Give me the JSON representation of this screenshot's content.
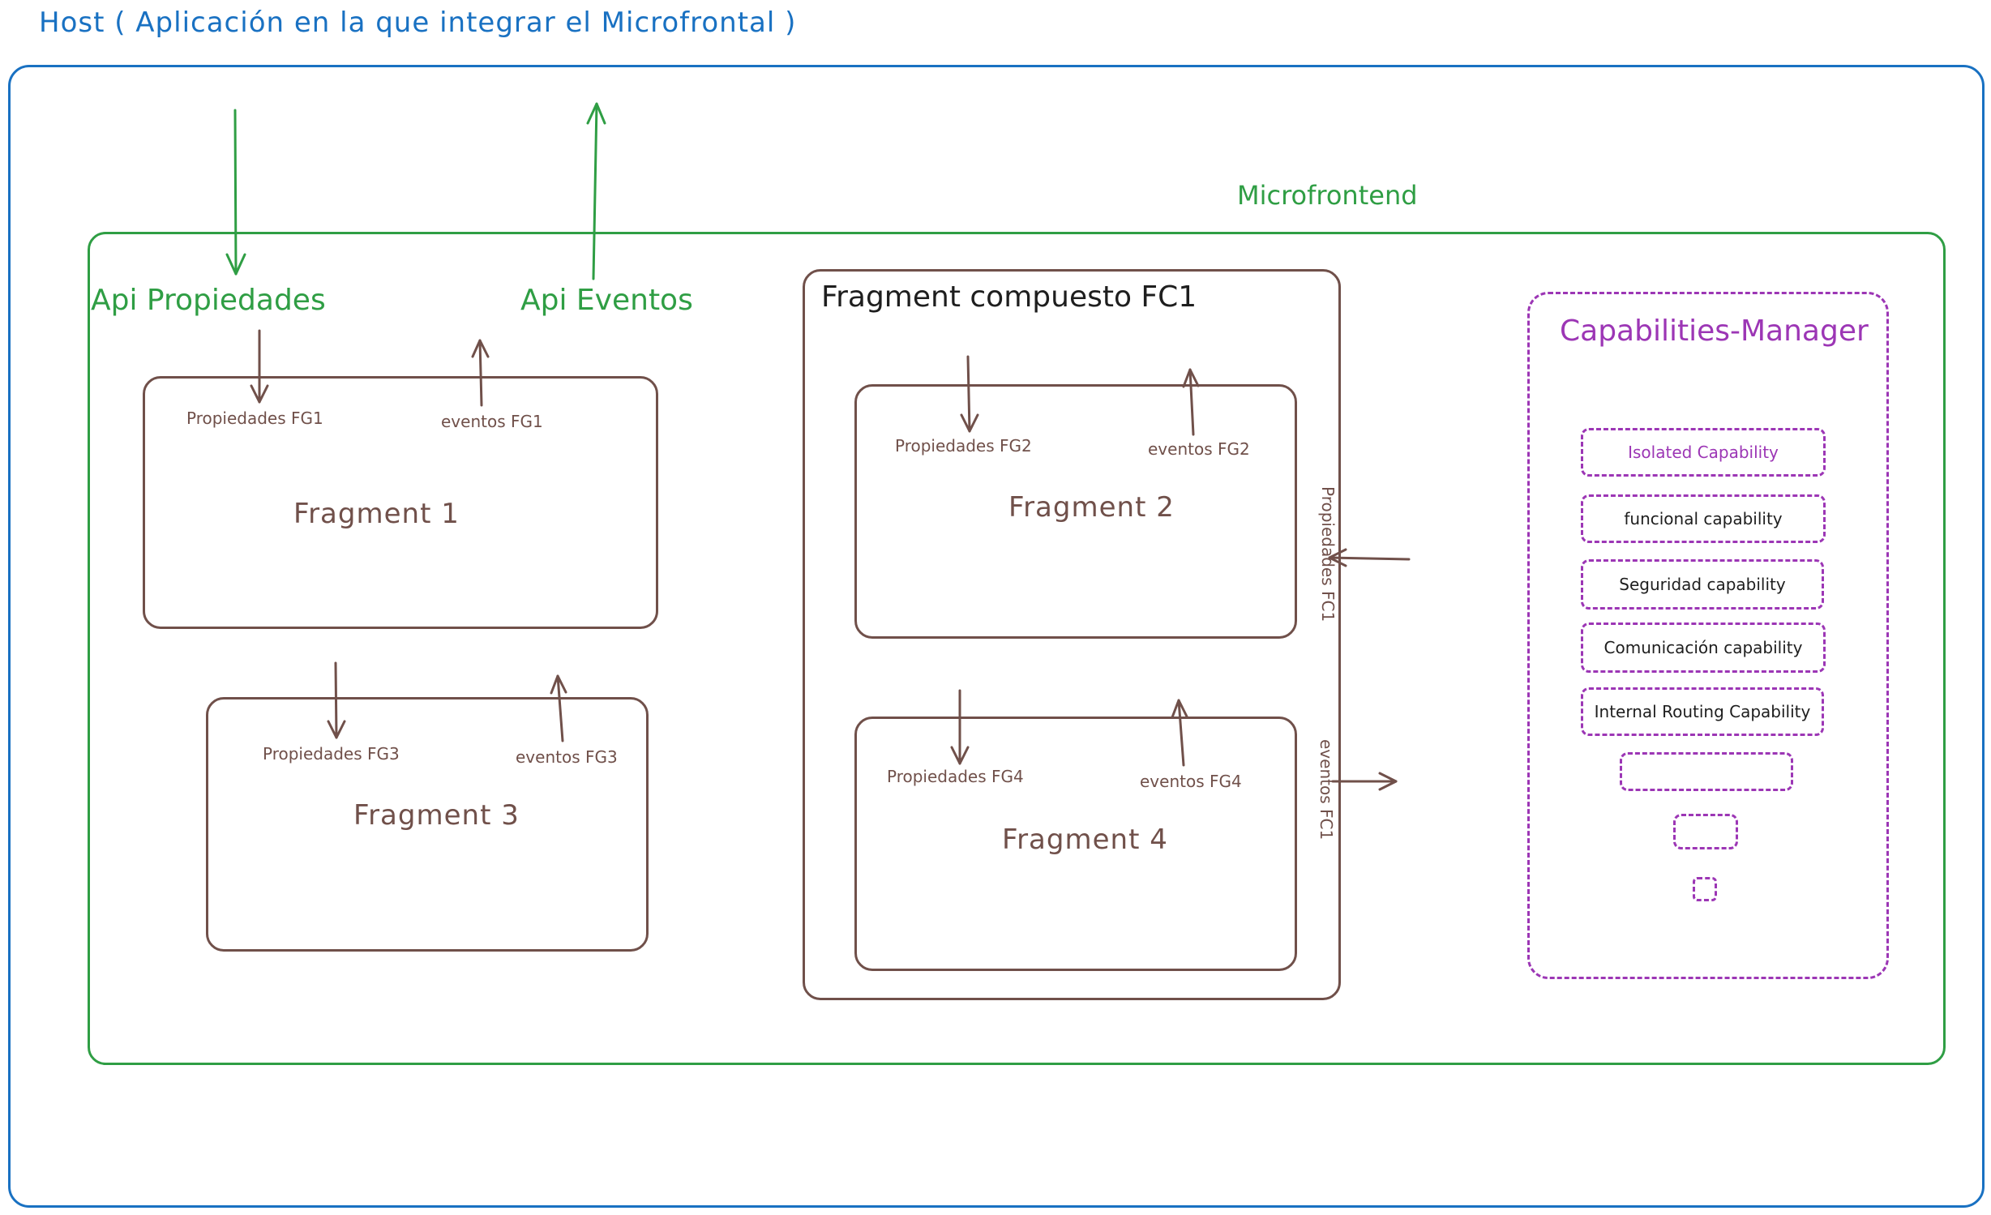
{
  "host": {
    "title": "Host ( Aplicación en la que integrar el Microfrontal )"
  },
  "microfrontend": {
    "title": "Microfrontend",
    "api_props_label": "Api Propiedades",
    "api_events_label": "Api Eventos"
  },
  "fragments": [
    {
      "title": "Fragment 1",
      "props_label": "Propiedades FG1",
      "events_label": "eventos FG1"
    },
    {
      "title": "Fragment 3",
      "props_label": "Propiedades FG3",
      "events_label": "eventos FG3"
    },
    {
      "title": "Fragment 2",
      "props_label": "Propiedades FG2",
      "events_label": "eventos FG2"
    },
    {
      "title": "Fragment 4",
      "props_label": "Propiedades FG4",
      "events_label": "eventos FG4"
    }
  ],
  "composite": {
    "title": "Fragment compuesto FC1",
    "props_label": "Propiedades FC1",
    "events_label": "eventos FC1"
  },
  "capabilities": {
    "title": "Capabilities-Manager",
    "items": [
      "Isolated Capability",
      "funcional capability",
      "Seguridad capability",
      "Comunicación capability",
      "Internal Routing Capability"
    ]
  },
  "colors": {
    "host": "#1971c2",
    "microfrontend": "#2f9e44",
    "fragment": "#70504a",
    "capabilities": "#9c36b5"
  }
}
